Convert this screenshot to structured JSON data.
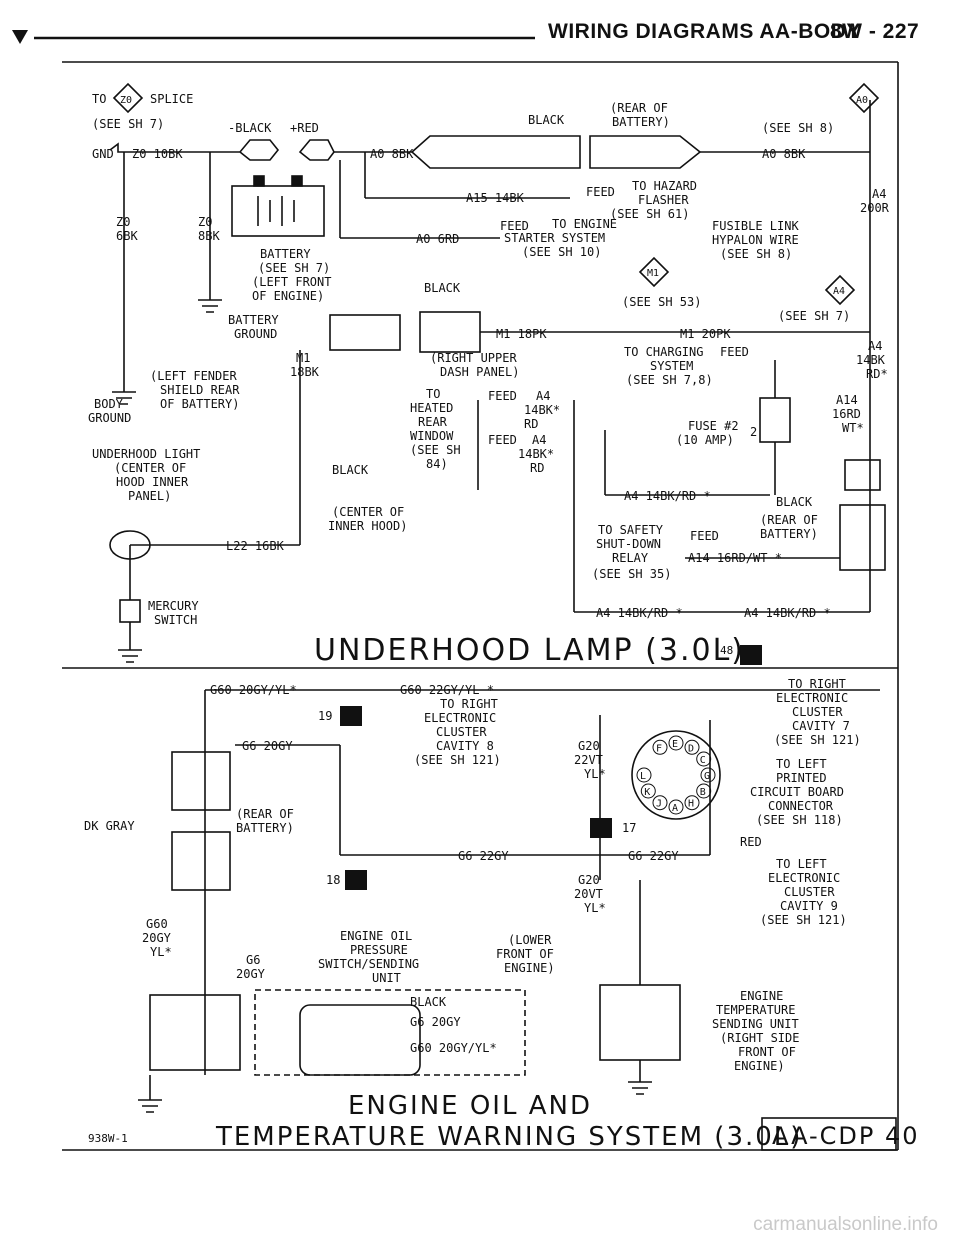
{
  "header": {
    "title": "WIRING DIAGRAMS AA-BODY",
    "page": "8W - 227"
  },
  "top_section": {
    "title": "UNDERHOOD LAMP (3.0L)",
    "title_connector_num": "48",
    "labels": {
      "to": "TO",
      "z0_tag": "Z0",
      "splice": "SPLICE",
      "see_sh7_a": "(SEE SH 7)",
      "gnd": "GND",
      "z0_10bk": "Z0 10BK",
      "neg_black": "-BLACK",
      "pos_red": "+RED",
      "a0_8bk_left": "A0 8BK",
      "black_top": "BLACK",
      "rear_of_battery_top": "(REAR OF",
      "rear_of_battery_top2": "BATTERY)",
      "a0_tag": "A0",
      "see_sh8_top": "(SEE SH 8)",
      "a0_8bk_right": "A0 8BK",
      "z0_6bk": "Z0",
      "z0_6bk_2": "6BK",
      "z0_8bk": "Z0",
      "z0_8bk_2": "8BK",
      "a15_14bk": "A15 14BK",
      "feed1": "FEED",
      "to_hazard": "TO HAZARD",
      "flasher": "FLASHER",
      "see_sh61": "(SEE SH 61)",
      "a4_200r": "A4",
      "a4_200r_2": "200R",
      "a0_6rd": "A0 6RD",
      "feed2": "FEED",
      "to_engine": "TO ENGINE",
      "starter_system": "STARTER SYSTEM",
      "see_sh10": "(SEE SH 10)",
      "fusible_link": "FUSIBLE LINK",
      "hypalon_wire": "HYPALON WIRE",
      "see_sh8_b": "(SEE SH 8)",
      "battery": "BATTERY",
      "see_sh7_b": "(SEE SH 7)",
      "left_front": "(LEFT FRONT",
      "of_engine": "OF ENGINE)",
      "black_mid": "BLACK",
      "m1_tag": "M1",
      "see_sh53": "(SEE SH 53)",
      "a4_tag": "A4",
      "see_sh7_c": "(SEE SH 7)",
      "battery_ground": "BATTERY",
      "battery_ground2": "GROUND",
      "m1_18pk_a": "M1 18PK",
      "m1_20pk": "M1 20PK",
      "a4_14bk": "A4",
      "a4_14bk_2": "14BK",
      "a4_14bk_3": "RD*",
      "m1_18bk": "M1",
      "m1_18bk_2": "18BK",
      "right_upper": "(RIGHT UPPER",
      "dash_panel": "DASH PANEL)",
      "to_charging": "TO CHARGING",
      "feed3": "FEED",
      "charging_system": "SYSTEM",
      "see_sh78": "(SEE SH 7,8)",
      "left_fender": "(LEFT FENDER",
      "shield_rear": "SHIELD REAR",
      "of_battery": "OF BATTERY)",
      "body_ground": "BODY",
      "body_ground2": "GROUND",
      "to_heated": "TO",
      "heated": "HEATED",
      "rear": "REAR",
      "window": "WINDOW",
      "see_sh84": "(SEE SH",
      "see_sh84_2": "84)",
      "feed_a4_1": "FEED",
      "a4_1": "A4",
      "a4_1b": "14BK*",
      "a4_1c": "RD",
      "feed_a4_2": "FEED",
      "a4_2": "A4",
      "a4_2b": "14BK*",
      "a4_2c": "RD",
      "a14_16rd": "A14",
      "a14_16rd_2": "16RD",
      "a14_16rd_3": "WT*",
      "fuse2": "FUSE #2",
      "fuse2_amp": "(10 AMP)",
      "fuse_num": "2",
      "underhood_light": "UNDERHOOD LIGHT",
      "center_of": "(CENTER OF",
      "hood_inner": "HOOD INNER",
      "panel": "PANEL)",
      "black_lower": "BLACK",
      "a4_14bkrd": "A4 14BK/RD *",
      "black_right": "BLACK",
      "center_of_inner": "(CENTER OF",
      "inner_hood": "INNER HOOD)",
      "rear_of_battery_r": "(REAR OF",
      "rear_of_battery_r2": "BATTERY)",
      "to_safety": "TO SAFETY",
      "feed4": "FEED",
      "shutdown": "SHUT-DOWN",
      "relay": "RELAY",
      "a14_16rdwt": "A14 16RD/WT *",
      "see_sh35": "(SEE SH 35)",
      "l22_16bk": "L22 16BK",
      "mercury": "MERCURY",
      "switch": "SWITCH",
      "a4_bottom": "A4 14BK/RD *",
      "a4_bottom2": "A4 14BK/RD *"
    }
  },
  "bottom_section": {
    "title_line1": "ENGINE OIL AND",
    "title_line2": "TEMPERATURE WARNING SYSTEM (3.0L)",
    "code": "938W-1",
    "ref_box": "AA-CDP 40",
    "connectors": {
      "c19": "19",
      "c17": "17",
      "c18": "18"
    },
    "labels": {
      "g60_20gy": "G60 20GY/YL*",
      "g60_22gy": "G60 22GY/YL *",
      "to_right_ec": "TO RIGHT",
      "electronic": "ELECTRONIC",
      "cluster": "CLUSTER",
      "cavity7": "CAVITY 7",
      "see_sh121_a": "(SEE SH 121)",
      "to_right_ec2": "TO RIGHT",
      "electronic2": "ELECTRONIC",
      "cluster2": "CLUSTER",
      "cavity8": "CAVITY 8",
      "see_sh121_b": "(SEE SH 121)",
      "g6_20gy": "G6 20GY",
      "g20_22vt": "G20",
      "g20_22vt_2": "22VT",
      "g20_22vt_3": "YL*",
      "to_left_pcb": "TO LEFT",
      "printed": "PRINTED",
      "circuit_board": "CIRCUIT BOARD",
      "connector": "CONNECTOR",
      "see_sh118": "(SEE SH 118)",
      "dk_gray": "DK GRAY",
      "rear_of": "(REAR OF",
      "battery": "BATTERY)",
      "red": "RED",
      "g6_22gy_a": "G6 22GY",
      "g6_22gy_b": "G6 22GY",
      "to_left_ec": "TO LEFT",
      "electronic3": "ELECTRONIC",
      "cluster3": "CLUSTER",
      "cavity9": "CAVITY 9",
      "see_sh121_c": "(SEE SH 121)",
      "g20_20vt": "G20",
      "g20_20vt_2": "20VT",
      "g20_20vt_3": "YL*",
      "g60": "G60",
      "g60_2": "20GY",
      "g60_3": "YL*",
      "g6": "G6",
      "g6_2": "20GY",
      "eng_oil": "ENGINE OIL",
      "pressure": "PRESSURE",
      "switch_sending": "SWITCH/SENDING",
      "unit": "UNIT",
      "lower": "(LOWER",
      "front_of": "FRONT OF",
      "engine": "ENGINE)",
      "black": "BLACK",
      "g6_20gy_b": "G6 20GY",
      "g60_20gyyl": "G60 20GY/YL*",
      "engine_temp": "ENGINE",
      "temperature": "TEMPERATURE",
      "sending_unit": "SENDING UNIT",
      "right_side": "(RIGHT SIDE",
      "front_of2": "FRONT OF",
      "engine2": "ENGINE)"
    },
    "pin_letters": [
      "F",
      "E",
      "D",
      "C",
      "G",
      "B",
      "H",
      "A",
      "J",
      "K",
      "L"
    ]
  },
  "watermark": "carmanualsonline.info"
}
